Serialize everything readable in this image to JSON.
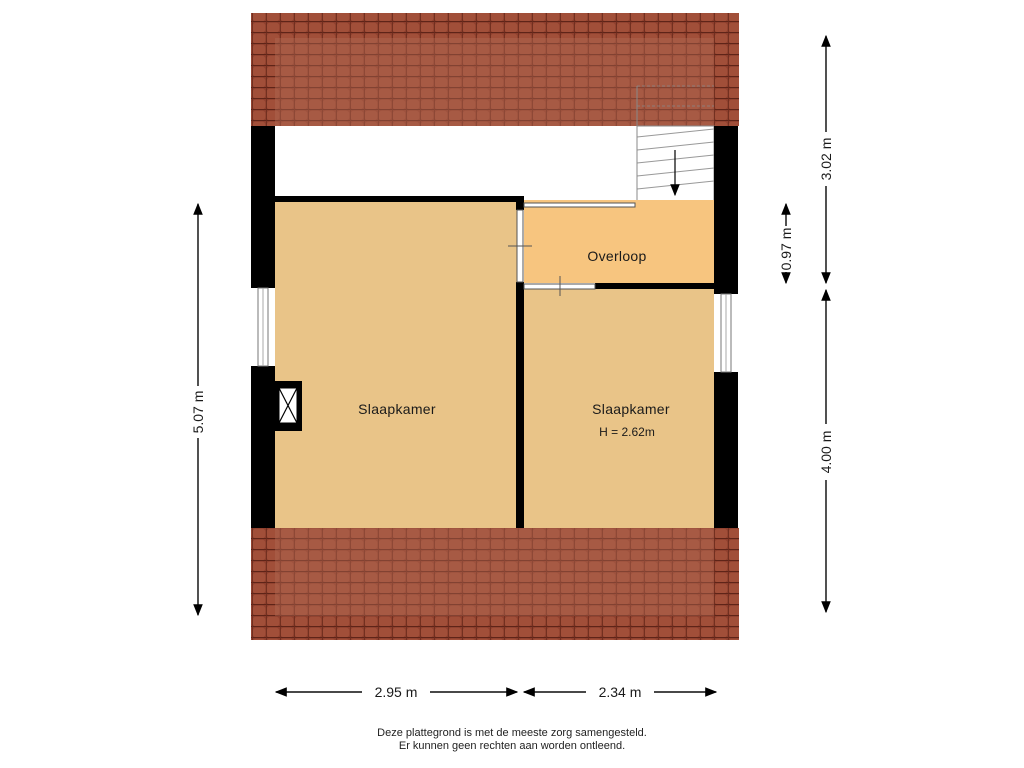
{
  "rooms": {
    "bedroom_left": {
      "label": "Slaapkamer"
    },
    "bedroom_right": {
      "label": "Slaapkamer",
      "height_note": "H = 2.62m"
    },
    "landing": {
      "label": "Overloop"
    }
  },
  "dimensions": {
    "left_height": "5.07 m",
    "right_top": "3.02 m",
    "right_bottom": "4.00 m",
    "landing_depth": "0.97 m",
    "bottom_left": "2.95 m",
    "bottom_right": "2.34 m"
  },
  "footer": {
    "line1": "Deze plattegrond is met de meeste zorg samengesteld.",
    "line2": "Er kunnen geen rechten aan worden ontleend."
  },
  "colors": {
    "roof": "#8a3c2b",
    "room_fill": "#e9c488",
    "landing_fill": "#f7c57f",
    "wall": "#000000"
  }
}
